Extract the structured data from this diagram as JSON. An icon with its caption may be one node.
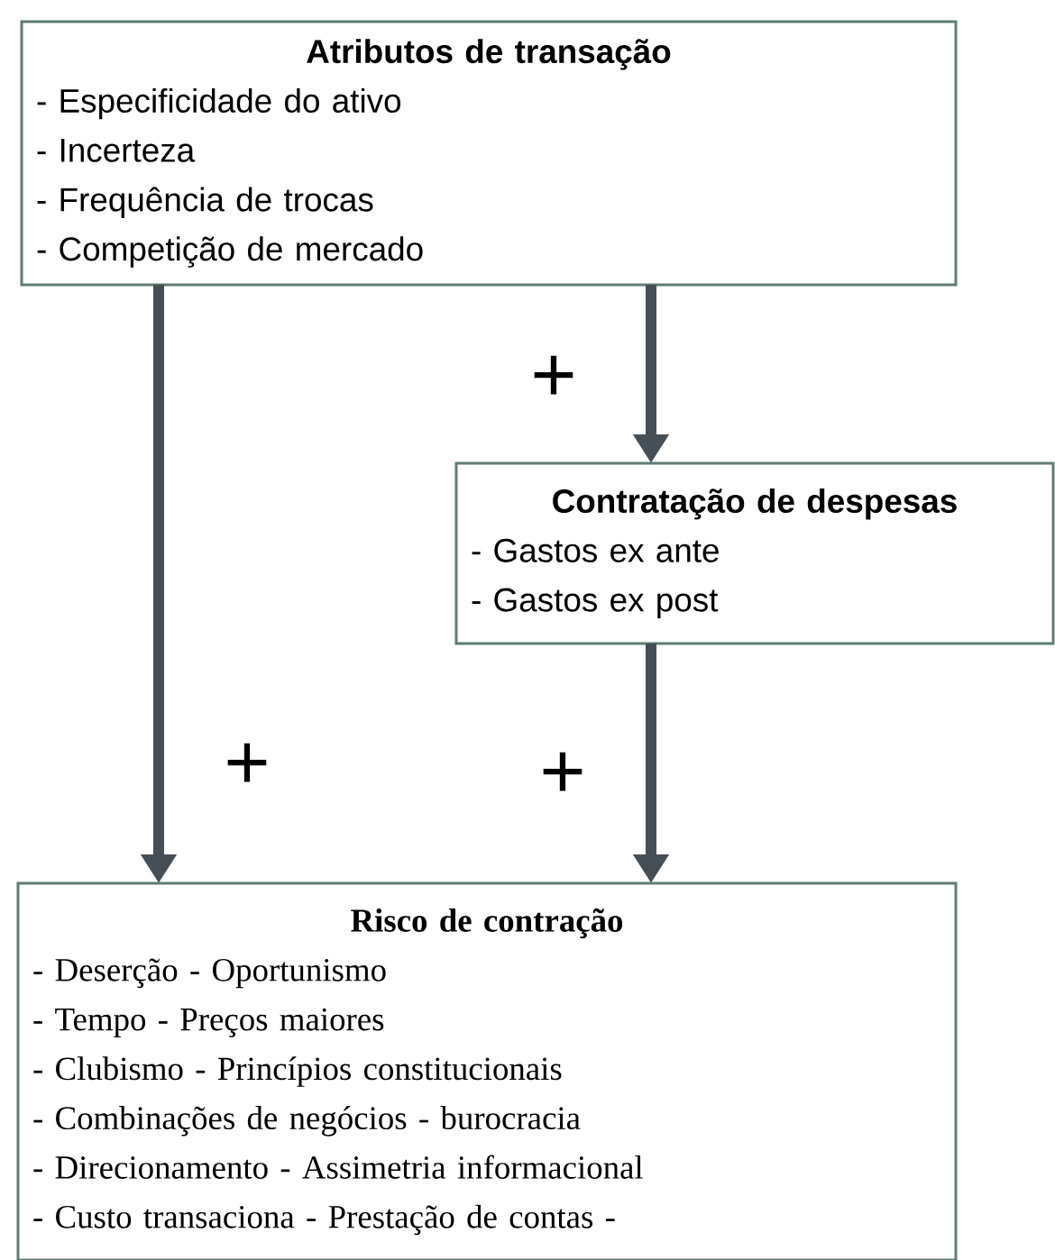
{
  "diagram": {
    "nodes": [
      {
        "text": [
          "Atributos de transação",
          "- Especificidade do ativo",
          "- Incerteza",
          "- Frequência de trocas",
          "- Competição de mercado"
        ]
      },
      {
        "text": [
          "Contratação de despesas",
          "- Gastos ex ante",
          "- Gastos ex post"
        ]
      },
      {
        "text": [
          "Risco de contração",
          "- Deserção - Oportunismo",
          "- Tempo - Preços maiores",
          "- Clubismo - Princípios constitucionais",
          "- Combinações de negócios - burocracia",
          "- Direcionamento - Assimetria informacional",
          "- Custo transaciona - Prestação de contas -"
        ]
      }
    ],
    "edges": [
      {
        "from": 0,
        "to": 1,
        "arrow": "to",
        "label": "+"
      },
      {
        "from": 0,
        "to": 2,
        "arrow": "to",
        "label": "+"
      },
      {
        "from": 1,
        "to": 2,
        "arrow": "to",
        "label": "+"
      }
    ]
  }
}
